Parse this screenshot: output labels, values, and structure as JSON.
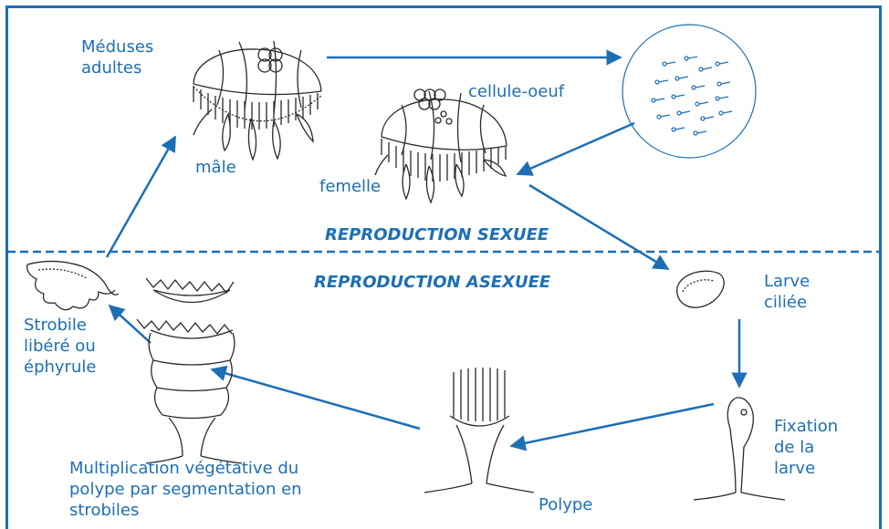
{
  "colors": {
    "accent": "#1d6fb5",
    "drawing": "#2a2a2a"
  },
  "sections": {
    "sexual": "REPRODUCTION SEXUEE",
    "asexual": "REPRODUCTION ASEXUEE"
  },
  "labels": {
    "adult_medusae": "Méduses\nadultes",
    "male": "mâle",
    "female": "femelle",
    "egg_cell": "cellule-oeuf",
    "ciliated_larva": "Larve\nciliée",
    "larva_fixation": "Fixation\nde la\nlarve",
    "polyp": "Polype",
    "strobilation": "Multiplication végétative du\npolype par segmentation en\nstrobiles",
    "released_strobile": "Strobile\nlibéré ou\néphyrule"
  },
  "icons": [
    "male-medusa-drawing",
    "female-medusa-drawing",
    "sperm-circle-drawing",
    "larva-drawing",
    "fixed-larva-drawing",
    "polyp-drawing",
    "strobila-drawing",
    "ephyra-drawing"
  ]
}
